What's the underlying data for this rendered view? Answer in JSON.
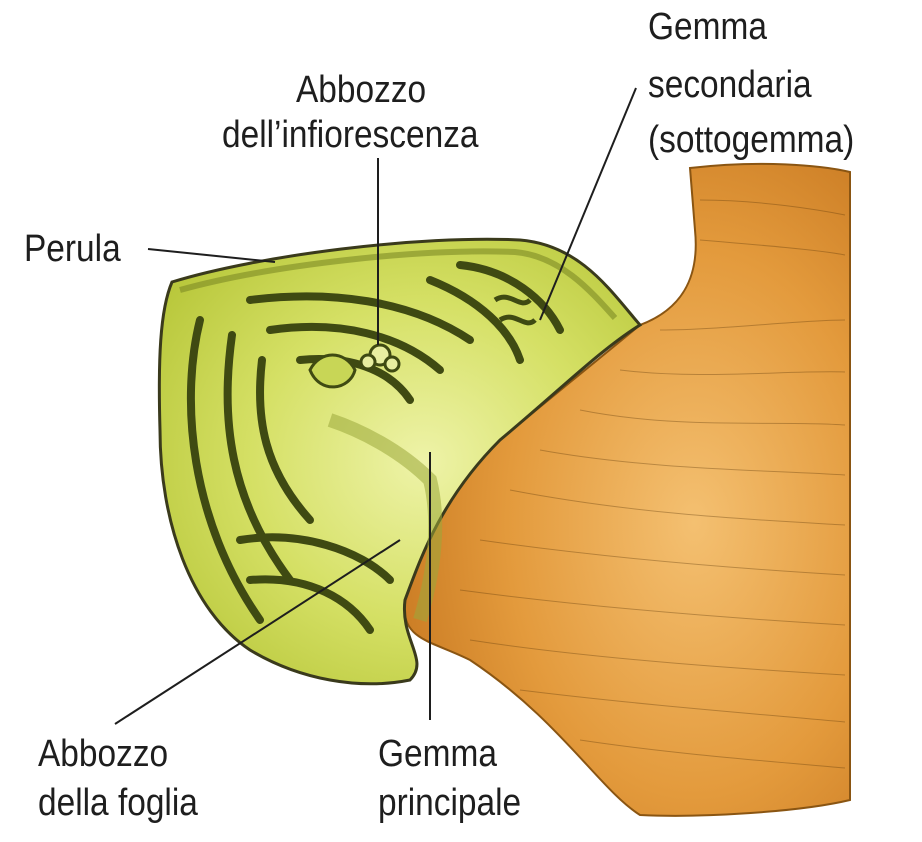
{
  "labels": {
    "perula": "Perula",
    "abbozzo_infiorescenza_1": "Abbozzo",
    "abbozzo_infiorescenza_2": "dell’infiorescenza",
    "gemma_secondaria_1": "Gemma",
    "gemma_secondaria_2": "secondaria",
    "gemma_secondaria_3": "(sottogemma)",
    "abbozzo_foglia_1": "Abbozzo",
    "abbozzo_foglia_2": "della foglia",
    "gemma_principale_1": "Gemma",
    "gemma_principale_2": "principale"
  },
  "colors": {
    "stem": "#e39a3c",
    "stem_dark": "#c97a22",
    "bud": "#c9d94a",
    "bud_light": "#e6ef9a",
    "outline": "#3a3a1c",
    "leader": "#1e1e1e"
  }
}
